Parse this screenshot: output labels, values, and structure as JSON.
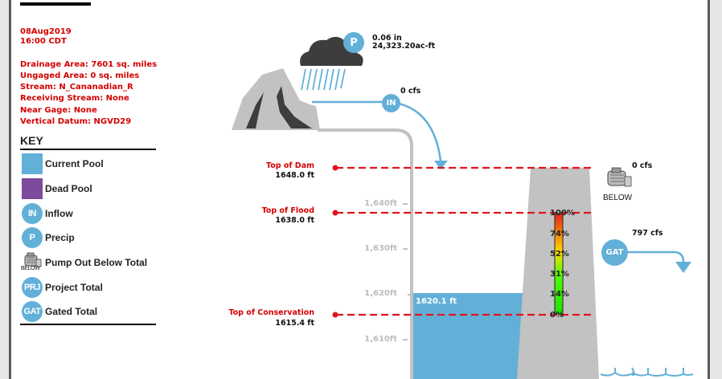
{
  "header": {
    "date": "08Aug2019",
    "time": "16:00 CDT"
  },
  "project_info": {
    "drainage_area": "Drainage Area: 7601 sq. miles",
    "ungaged_area": "Ungaged Area: 0 sq. miles",
    "stream": "Stream: N_Cananadian_R",
    "receiving_stream": "Receiving Stream: None",
    "near_gage": "Near Gage: None",
    "vertical_datum": "Vertical Datum: NGVD29"
  },
  "key": {
    "title": "KEY",
    "items": [
      {
        "label": "Current Pool",
        "type": "swatch",
        "color": "#62b0d8"
      },
      {
        "label": "Dead Pool",
        "type": "swatch",
        "color": "#7e4a9c"
      },
      {
        "label": "Inflow",
        "type": "circle",
        "abbr": "IN"
      },
      {
        "label": "Precip",
        "type": "circle",
        "abbr": "P"
      },
      {
        "label": "Pump Out Below Total",
        "type": "pump-icon",
        "abbr": "BELOW"
      },
      {
        "label": "Project Total",
        "type": "circle",
        "abbr": "PRJ"
      },
      {
        "label": "Gated Total",
        "type": "circle",
        "abbr": "GAT"
      }
    ]
  },
  "levels": {
    "top_of_dam": {
      "name": "Top of Dam",
      "value": "1648.0 ft"
    },
    "top_of_flood": {
      "name": "Top of Flood",
      "value": "1638.0 ft"
    },
    "top_of_conservation": {
      "name": "Top of Conservation",
      "value": "1615.4 ft"
    }
  },
  "axis_ticks": [
    "1,640ft",
    "1,630ft",
    "1,620ft",
    "1,610ft"
  ],
  "current_pool": {
    "elevation": "1620.1 ft"
  },
  "precip": {
    "abbr": "P",
    "depth": "0.06 in",
    "volume": "24,323.20ac-ft"
  },
  "inflow": {
    "abbr": "IN",
    "value": "0 cfs"
  },
  "pump_below": {
    "abbr": "BELOW",
    "value": "0 cfs"
  },
  "gated": {
    "abbr": "GAT",
    "value": "797 cfs"
  },
  "flood_storage_gauge": {
    "labels": [
      "100%",
      "74%",
      "52%",
      "31%",
      "14%",
      "0%"
    ]
  },
  "colors": {
    "water": "#62b0d8",
    "level_line": "#e0141c",
    "label_red": "#d40000",
    "dam_gray": "#c2c2c2",
    "rock_dark": "#3d3d3d"
  }
}
